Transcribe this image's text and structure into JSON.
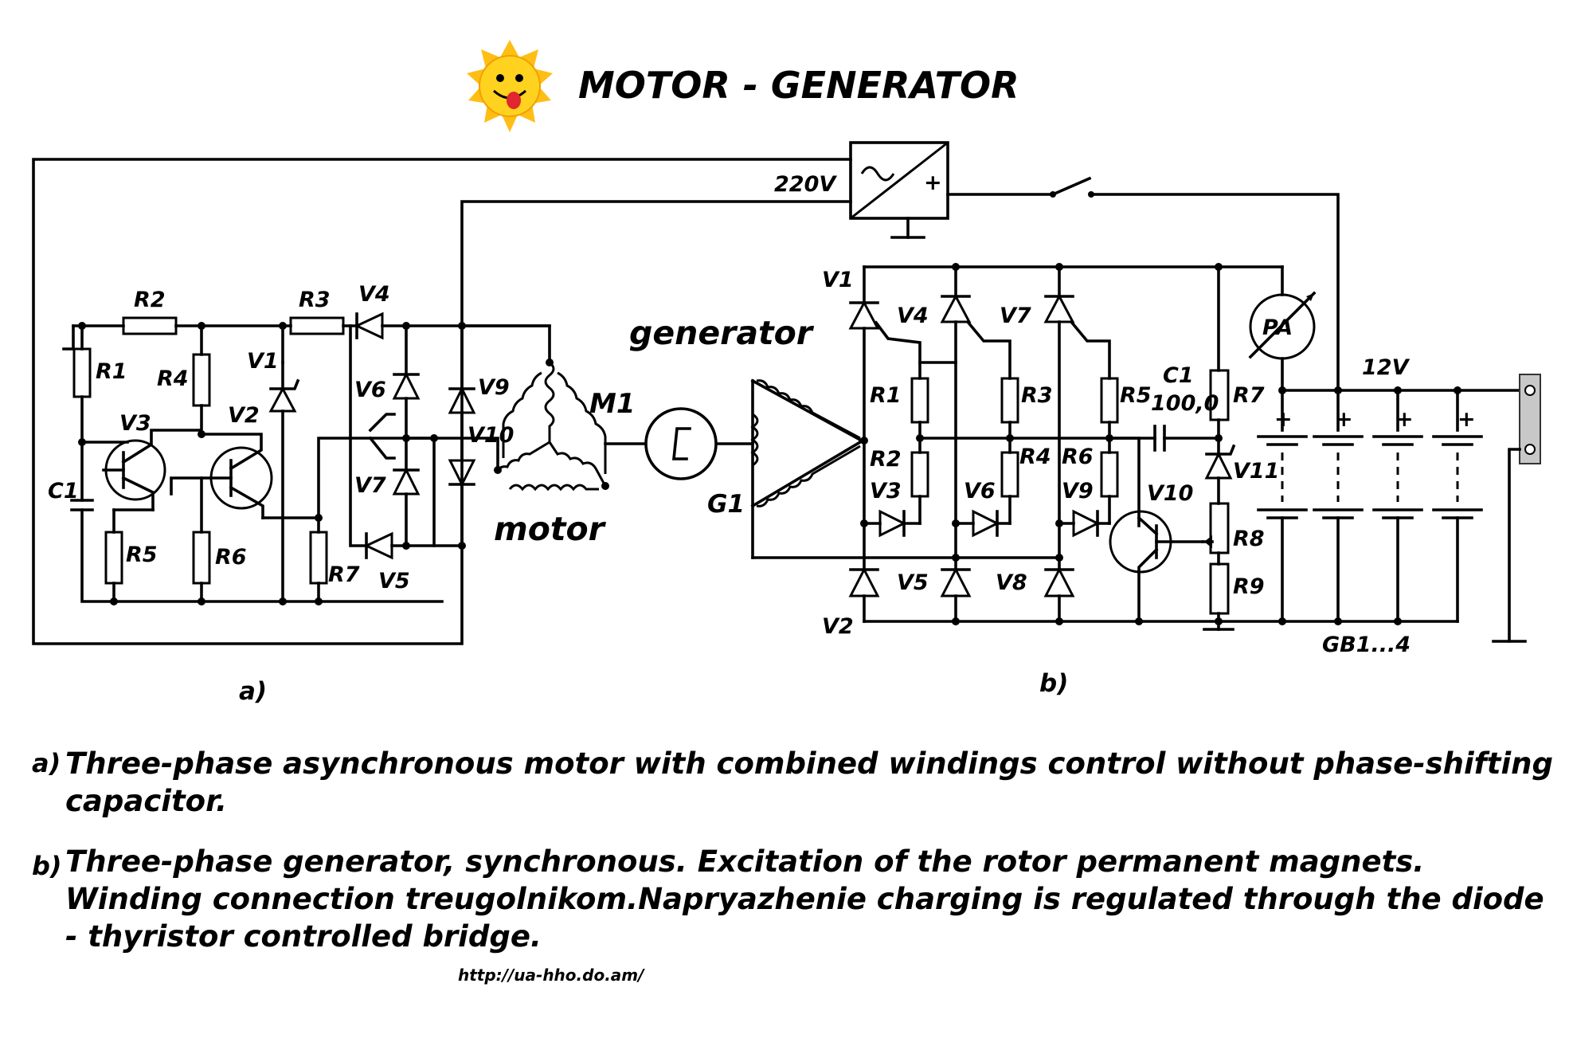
{
  "title": "MOTOR - GENERATOR",
  "labels": {
    "v220": "220V",
    "plus": "+",
    "tilde": "~",
    "v12": "12V",
    "pa": "PA",
    "gb": "GB1...4",
    "motor": "motor",
    "generator": "generator",
    "m1": "M1",
    "g1": "G1",
    "fig_a": "a)",
    "fig_b": "b)"
  },
  "circuit_a": {
    "R1": "R1",
    "R2": "R2",
    "R3": "R3",
    "R4": "R4",
    "R5": "R5",
    "R6": "R6",
    "R7": "R7",
    "C1": "C1",
    "V1": "V1",
    "V2": "V2",
    "V3": "V3",
    "V4": "V4",
    "V5": "V5",
    "V6": "V6",
    "V7": "V7",
    "V9": "V9",
    "V10": "V10"
  },
  "circuit_b": {
    "V1": "V1",
    "V2": "V2",
    "V3": "V3",
    "V4": "V4",
    "V5": "V5",
    "V6": "V6",
    "V7": "V7",
    "V8": "V8",
    "V9": "V9",
    "V10": "V10",
    "V11": "V11",
    "R1": "R1",
    "R2": "R2",
    "R3": "R3",
    "R4": "R4",
    "R5": "R5",
    "R6": "R6",
    "R7": "R7",
    "R8": "R8",
    "R9": "R9",
    "C1": "C1",
    "C1_value": "100,0"
  },
  "captions": {
    "a_tag": "a)",
    "a_text": "Three-phase asynchronous motor with combined windings control without phase-shifting capacitor.",
    "b_tag": "b)",
    "b_text": "Three-phase generator, synchronous. Excitation of the rotor permanent magnets. Winding connection treugolnikom.Napryazhenie charging is regulated through the diode - thyristor controlled bridge."
  },
  "url": "http://ua-hho.do.am/",
  "colors": {
    "sun_body": "#ffd21f",
    "sun_rays": "#ffbe14",
    "sun_tongue": "#e0262e",
    "ink": "#000000"
  }
}
